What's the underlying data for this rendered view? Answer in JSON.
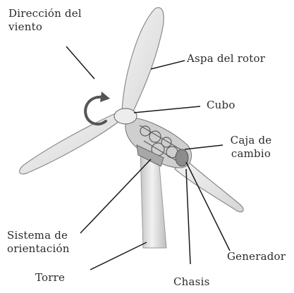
{
  "labels": {
    "wind_direction": [
      "Dirección del",
      "viento"
    ],
    "rotor_blade": "Aspa del rotor",
    "hub": "Cubo",
    "gearbox": [
      "Caja de",
      "cambio"
    ],
    "yaw_system": [
      "Sistema de",
      "orientación"
    ],
    "generator": "Generador",
    "tower": "Torre",
    "chassis": "Chasis"
  },
  "colors": {
    "text": "#2a2a2a",
    "leader": "#1a1a1a",
    "blade_fill": "#e6e6e6",
    "blade_stroke": "#8a8a8a",
    "tower_fill": "#dcdcdc",
    "machinery": "#6e6e6e",
    "arrow": "#555555"
  }
}
